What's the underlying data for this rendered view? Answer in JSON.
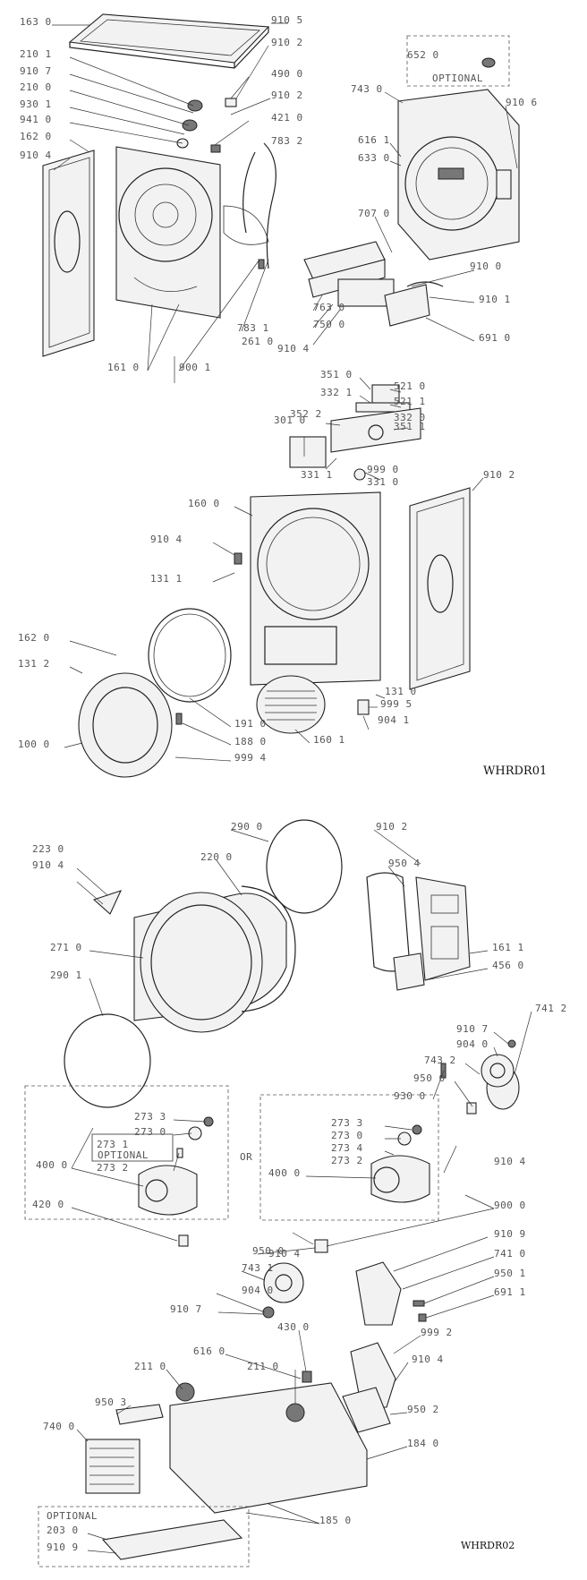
{
  "sheets": {
    "sheet1": "WHRDR01",
    "sheet2": "WHRDR02"
  },
  "optional_label": "OPTIONAL",
  "or_label": "OR",
  "callouts_sheet1": [
    "163 0",
    "910 5",
    "210 1",
    "910 2",
    "910 7",
    "490 0",
    "210 0",
    "910 2",
    "930 1",
    "421 0",
    "941 0",
    "783 2",
    "162 0",
    "910 4",
    "652 0",
    "743 0",
    "910 6",
    "616 1",
    "633 0",
    "707 0",
    "910 0",
    "910 1",
    "691 0",
    "763 0",
    "750 0",
    "261 0",
    "910 4",
    "783 1",
    "161 0",
    "900 1",
    "351 0",
    "521 0",
    "332 1",
    "521 1",
    "352 2",
    "332 0",
    "301 0",
    "351 1",
    "331 1",
    "999 0",
    "331 0",
    "910 2",
    "160 0",
    "910 4",
    "131 1",
    "162 0",
    "131 2",
    "131 0",
    "999 5",
    "904 1",
    "191 0",
    "100 0",
    "188 0",
    "160 1",
    "999 4"
  ],
  "callouts_sheet2": [
    "290 0",
    "910 2",
    "223 0",
    "910 4",
    "220 0",
    "950 4",
    "271 0",
    "161 1",
    "456 0",
    "290 1",
    "741 2",
    "910 7",
    "904 0",
    "743 2",
    "950 0",
    "930 0",
    "273 3",
    "273 0",
    "273 1",
    "273 2",
    "273 3",
    "273 0",
    "273 4",
    "273 2",
    "400 0",
    "400 0",
    "910 4",
    "420 0",
    "900 0",
    "910 4",
    "910 9",
    "950 0",
    "741 0",
    "743 1",
    "950 1",
    "904 0",
    "691 1",
    "910 7",
    "430 0",
    "999 2",
    "616 0",
    "211 0",
    "211 0",
    "910 4",
    "950 3",
    "950 2",
    "740 0",
    "184 0",
    "203 0",
    "185 0",
    "910 9"
  ]
}
